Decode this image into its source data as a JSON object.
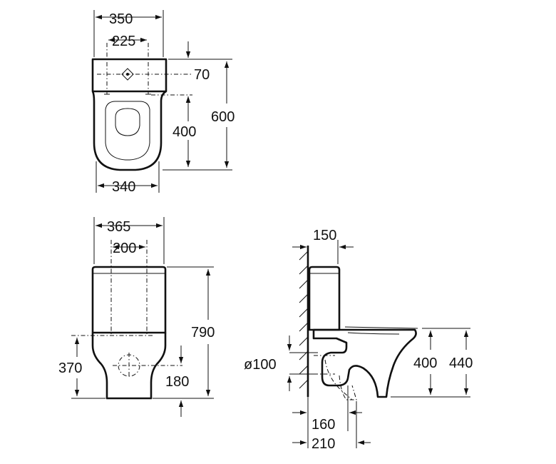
{
  "top_view": {
    "width_total": "350",
    "fixing_spacing": "225",
    "tank_depth": "70",
    "overall_depth": "600",
    "bowl_depth": "400",
    "bowl_width": "340"
  },
  "front_view": {
    "width_total": "365",
    "fixing_spacing": "200",
    "overall_height": "790",
    "fixing_height": "370",
    "outlet_height": "180"
  },
  "side_view": {
    "wall_offset": "150",
    "outlet_diameter": "ø100",
    "seat_height": "400",
    "rim_height": "440",
    "outlet_center": "160",
    "outlet_depth": "210"
  }
}
